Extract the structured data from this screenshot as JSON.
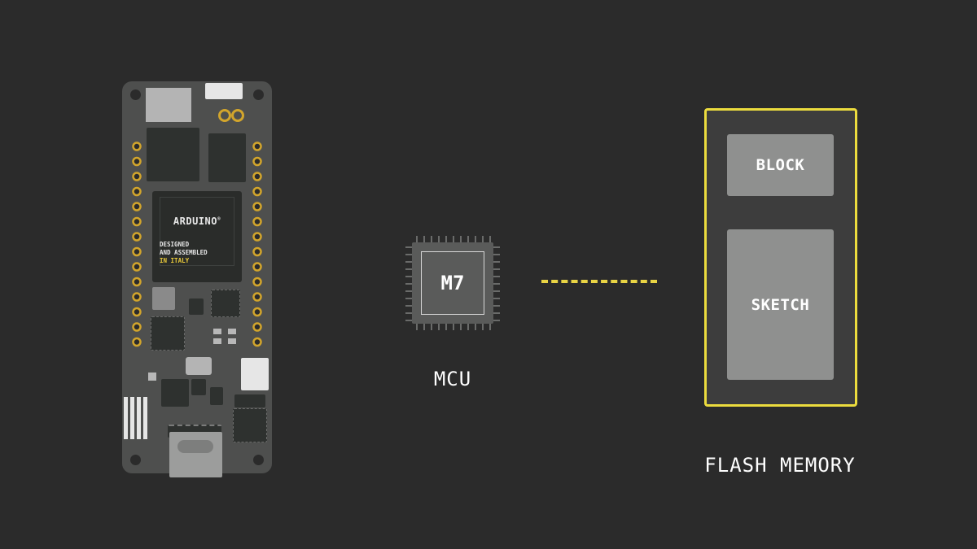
{
  "board": {
    "brand": "ARDUINO",
    "registered": "®",
    "silkscreen": [
      "DESIGNED",
      "AND ASSEMBLED",
      "IN ITALY"
    ]
  },
  "mcu": {
    "core_label": "M7",
    "caption": "MCU"
  },
  "flash": {
    "blocks": [
      "BLOCK",
      "SKETCH"
    ],
    "caption": "FLASH MEMORY"
  },
  "colors": {
    "background": "#2b2b2b",
    "accent": "#ecdc3e",
    "pin_gold": "#d2a52c",
    "block_grey": "#8f908f"
  }
}
